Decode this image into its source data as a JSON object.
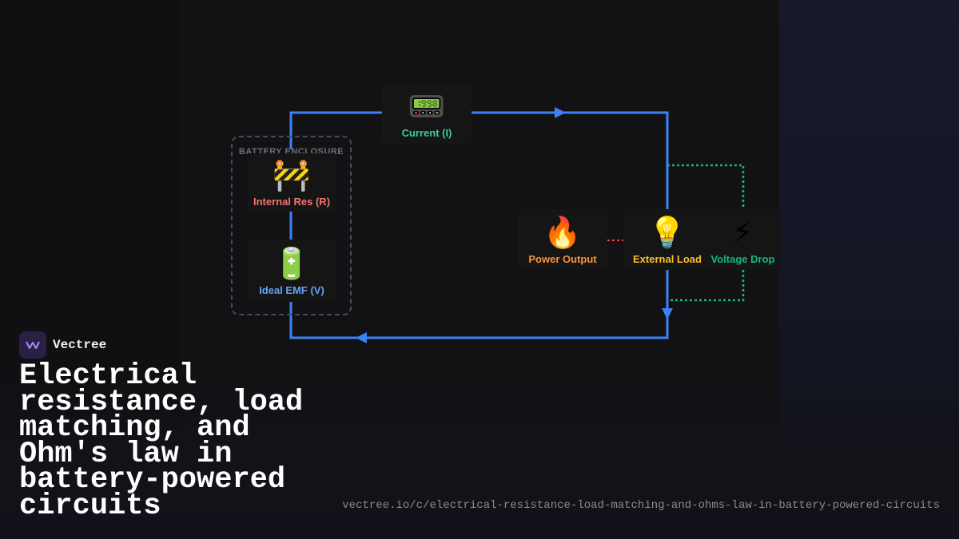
{
  "brand": {
    "name": "Vectree",
    "logo_icon": "wave-logo-icon"
  },
  "title": "Electrical resistance, load matching, and Ohm's law in battery-powered circuits",
  "url": "vectree.io/c/electrical-resistance-load-matching-and-ohms-law-in-battery-powered-circuits",
  "diagram": {
    "enclosure_label": "BATTERY ENCLOSURE",
    "nodes": {
      "current": {
        "icon": "ammeter-icon",
        "glyph": "📟",
        "label": "Current (I)",
        "color": "#34d399"
      },
      "internal_res": {
        "icon": "barrier-icon",
        "glyph": "🚧",
        "label": "Internal Res (R)",
        "color": "#f87171"
      },
      "ideal_emf": {
        "icon": "battery-icon",
        "glyph": "🔋",
        "label": "Ideal EMF (V)",
        "color": "#60a5fa"
      },
      "power_output": {
        "icon": "fire-icon",
        "glyph": "🔥",
        "label": "Power Output",
        "color": "#fb923c"
      },
      "external_load": {
        "icon": "lightbulb-icon",
        "glyph": "💡",
        "label": "External Load",
        "color": "#fbbf24"
      },
      "voltage_drop": {
        "icon": "lightning-icon",
        "glyph": "⚡",
        "label": "Voltage Drop",
        "color": "#10b981"
      }
    },
    "colors": {
      "circuit_wire": "#3b82f6",
      "voltage_link": "#10b981",
      "power_link": "#ef4444"
    }
  }
}
